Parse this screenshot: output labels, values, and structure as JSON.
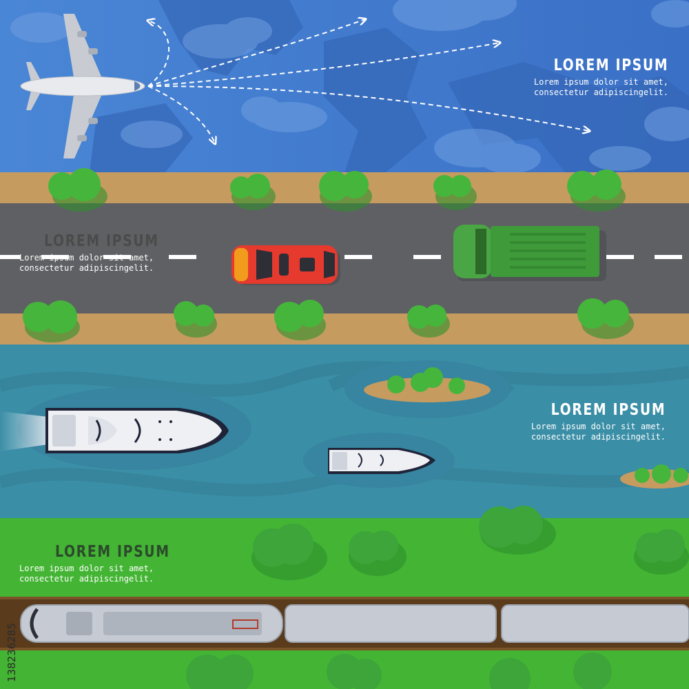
{
  "banners": [
    {
      "scene": "air",
      "title": "LOREM IPSUM",
      "line1": "Lorem ipsum dolor sit amet,",
      "line2": "consectetur adipiscingelit."
    },
    {
      "scene": "road",
      "title": "LOREM IPSUM",
      "line1": "Lorem ipsum dolor sit amet,",
      "line2": "consectetur adipiscingelit."
    },
    {
      "scene": "sea",
      "title": "LOREM IPSUM",
      "line1": "Lorem ipsum dolor sit amet,",
      "line2": "consectetur adipiscingelit."
    },
    {
      "scene": "rail",
      "title": "LOREM IPSUM",
      "line1": "Lorem ipsum dolor sit amet,",
      "line2": "consectetur adipiscingelit."
    }
  ],
  "stock_id": "138236285",
  "colors": {
    "sky": "#3f7bd0",
    "asphalt": "#5f6064",
    "sand": "#c79a5f",
    "water": "#3a8ea6",
    "grass": "#43b433",
    "tree": "#3da53a",
    "car_red": "#e63a2f",
    "truck_green": "#3f9a3a"
  }
}
